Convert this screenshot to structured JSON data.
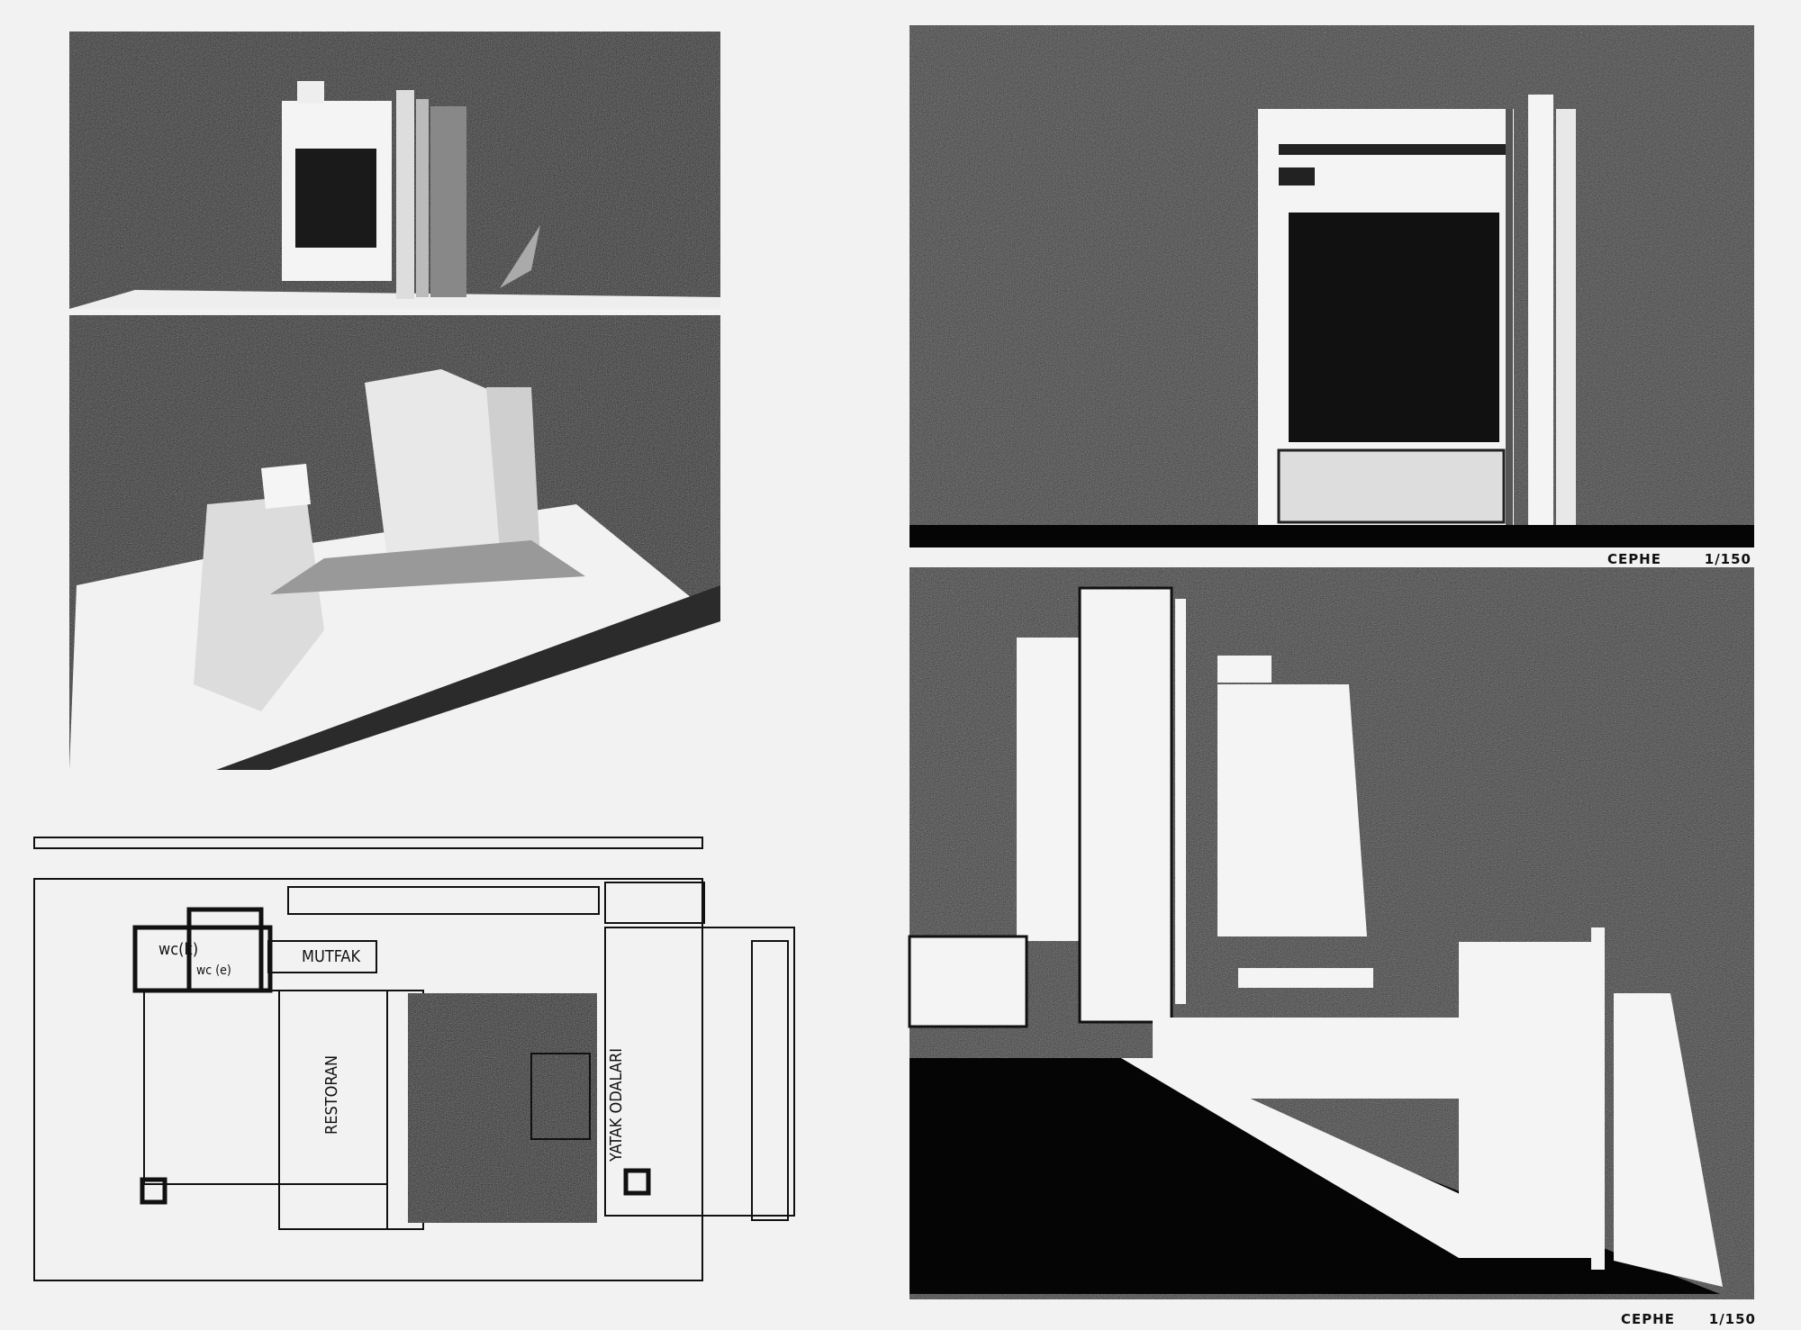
{
  "plan": {
    "labels": {
      "wc_k": "wc(k)",
      "wc_e": "wc (e)",
      "kitchen": "MUTFAK",
      "restaurant": "RESTORAN",
      "bedrooms": "YATAK ODALARI"
    }
  },
  "elevation_top": {
    "caption": "CEPHE",
    "scale": "1/150"
  },
  "elevation_bottom": {
    "caption": "CEPHE",
    "scale": "1/150"
  },
  "colors": {
    "paper": "#f2f2f2",
    "dark": "#262626",
    "ink": "#111111"
  }
}
